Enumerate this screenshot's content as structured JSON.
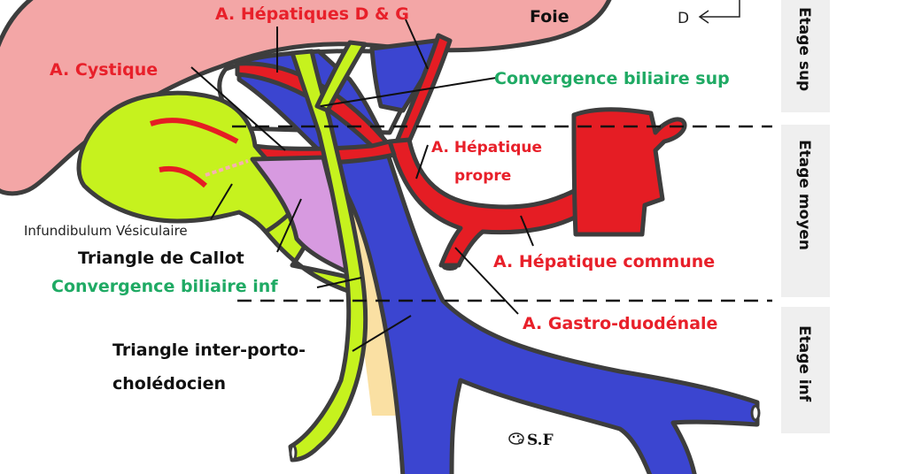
{
  "diagram": {
    "title": "Pédicule hépatique — étages",
    "colors": {
      "liver": "#f3a6a6",
      "gallbladder": "#c6f21e",
      "artery": "#e51d24",
      "portal_vein": "#3b45d0",
      "callot_triangle": "#d79ae0",
      "inter_porto_triangle": "#fae0a3",
      "outline": "#3d3d3d",
      "label_red": "#e8202a",
      "label_green": "#1faa64",
      "stage_box": "#efefef"
    },
    "labels": {
      "hepatiques_dg": "A.  Hépatiques D & G",
      "foie": "Foie",
      "orientation": "D",
      "cystique": "A.  Cystique",
      "convergence_sup": "Convergence biliaire sup",
      "hepatique_propre_1": "A. Hépatique",
      "hepatique_propre_2": "propre",
      "infundibulum": "Infundibulum Vésiculaire",
      "triangle_callot": "Triangle de Callot",
      "convergence_inf": "Convergence biliaire inf",
      "hepatique_commune": "A. Hépatique commune",
      "gastro_duodenale": "A. Gastro-duodénale",
      "triangle_inter_1": "Triangle inter-porto-",
      "triangle_inter_2": "cholédocien",
      "signature": "S.F"
    },
    "stages": [
      {
        "name": "Etage sup"
      },
      {
        "name": "Etage moyen"
      },
      {
        "name": "Etage inf"
      }
    ],
    "icons": {
      "orientation": "arrow-left-corner-icon",
      "signature": "palette-icon"
    }
  }
}
